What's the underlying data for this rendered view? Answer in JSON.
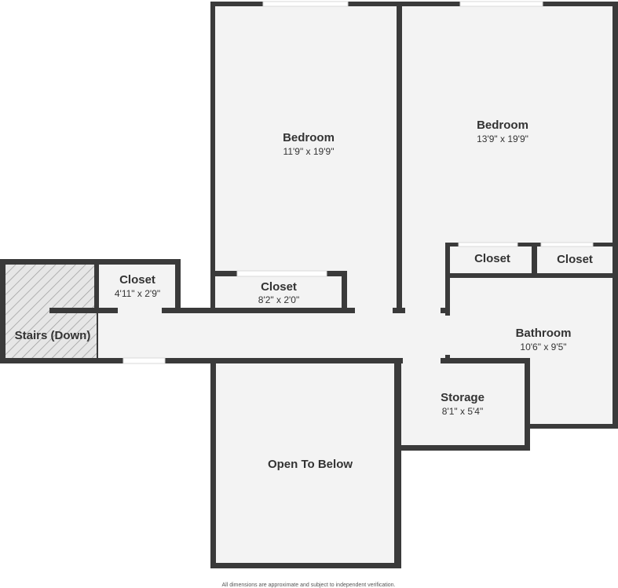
{
  "rooms": {
    "bedroom_left": {
      "name": "Bedroom",
      "dims": "11'9\" x 19'9\""
    },
    "bedroom_right": {
      "name": "Bedroom",
      "dims": "13'9\" x 19'9\""
    },
    "closet_right_a": {
      "name": "Closet"
    },
    "closet_right_b": {
      "name": "Closet"
    },
    "closet_small": {
      "name": "Closet",
      "dims": "4'11\" x 2'9\""
    },
    "closet_hall": {
      "name": "Closet",
      "dims": "8'2\" x 2'0\""
    },
    "stairs": {
      "name": "Stairs (Down)"
    },
    "bathroom": {
      "name": "Bathroom",
      "dims": "10'6\" x 9'5\""
    },
    "storage": {
      "name": "Storage",
      "dims": "8'1\" x 5'4\""
    },
    "open_below": {
      "name": "Open To Below"
    }
  },
  "footer": {
    "note": "All dimensions are approximate and subject to independent verification."
  },
  "colors": {
    "wall": "#3a3a3a",
    "room_fill": "#f3f3f3",
    "stairs_hatch": "#9a9a9a"
  }
}
